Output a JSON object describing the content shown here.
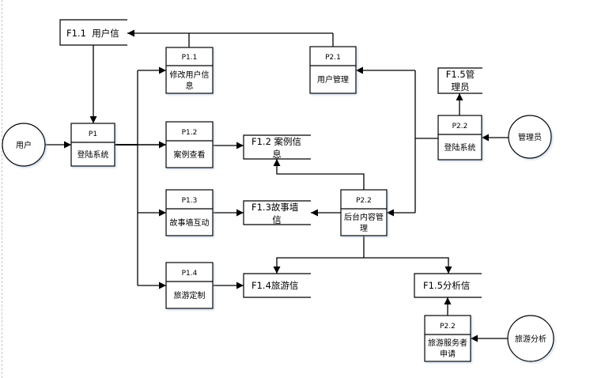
{
  "diagram": {
    "type": "data-flow-diagram",
    "entities": {
      "user": "用户",
      "admin": "管理员",
      "travel_analysis": "旅游分析"
    },
    "processes": {
      "p1": {
        "id": "P1",
        "name_lines": [
          "登陆系统"
        ]
      },
      "p1_1": {
        "id": "P1.1",
        "name_lines": [
          "修改用户信",
          "息"
        ]
      },
      "p1_2": {
        "id": "P1.2",
        "name_lines": [
          "案例查看"
        ]
      },
      "p1_3": {
        "id": "P1.3",
        "name_lines": [
          "故事墙互动"
        ]
      },
      "p1_4": {
        "id": "P1.4",
        "name_lines": [
          "旅游定制"
        ]
      },
      "p2_1": {
        "id": "P2.1",
        "name_lines": [
          "用户管理"
        ]
      },
      "p2_2_login": {
        "id": "P2.2",
        "name_lines": [
          "登陆系统"
        ]
      },
      "p2_2_backend": {
        "id": "P2.2",
        "name_lines": [
          "后台内容管",
          "理"
        ]
      },
      "p2_2_apply": {
        "id": "P2.2",
        "name_lines": [
          "旅游服务者",
          "申请"
        ]
      }
    },
    "stores": {
      "f1_1": {
        "lines": [
          "F1.1  用户信"
        ]
      },
      "f1_2": {
        "lines": [
          "F1.2 案例信",
          "息"
        ]
      },
      "f1_3": {
        "lines": [
          "F1.3故事墙",
          "信"
        ]
      },
      "f1_4": {
        "lines": [
          "F1.4旅游信"
        ]
      },
      "f1_5_admin": {
        "lines": [
          "F1.5管",
          "理员"
        ]
      },
      "f1_5_analysis": {
        "lines": [
          "F1.5分析信"
        ]
      }
    },
    "flows": [
      {
        "from": "用户",
        "to": "P1 登陆系统"
      },
      {
        "from": "F1.1 用户信",
        "to": "P1 登陆系统"
      },
      {
        "from": "P1 登陆系统",
        "to": "P1.1 修改用户信息"
      },
      {
        "from": "P1 登陆系统",
        "to": "P1.2 案例查看"
      },
      {
        "from": "P1 登陆系统",
        "to": "P1.3 故事墙互动"
      },
      {
        "from": "P1 登陆系统",
        "to": "P1.4 旅游定制"
      },
      {
        "from": "P1.1 修改用户信息",
        "to": "F1.1 用户信"
      },
      {
        "from": "P2.1 用户管理",
        "to": "F1.1 用户信"
      },
      {
        "from": "P1.2 案例查看",
        "to": "F1.2 案例信息"
      },
      {
        "from": "P1.3 故事墙互动",
        "to": "F1.3 故事墙信"
      },
      {
        "from": "P1.4 旅游定制",
        "to": "F1.4 旅游信"
      },
      {
        "from": "管理员",
        "to": "P2.2 登陆系统"
      },
      {
        "from": "P2.2 登陆系统",
        "to": "F1.5 管理员"
      },
      {
        "from": "P2.2 登陆系统",
        "to": "P2.1 用户管理"
      },
      {
        "from": "P2.2 登陆系统",
        "to": "P2.2 后台内容管理"
      },
      {
        "from": "P2.2 后台内容管理",
        "to": "F1.2 案例信息"
      },
      {
        "from": "P2.2 后台内容管理",
        "to": "F1.3 故事墙信"
      },
      {
        "from": "P2.2 后台内容管理",
        "to": "F1.4 旅游信"
      },
      {
        "from": "P2.2 后台内容管理",
        "to": "F1.5 分析信"
      },
      {
        "from": "旅游分析",
        "to": "P2.2 旅游服务者申请"
      },
      {
        "from": "P2.2 旅游服务者申请",
        "to": "F1.5 分析信"
      }
    ]
  }
}
